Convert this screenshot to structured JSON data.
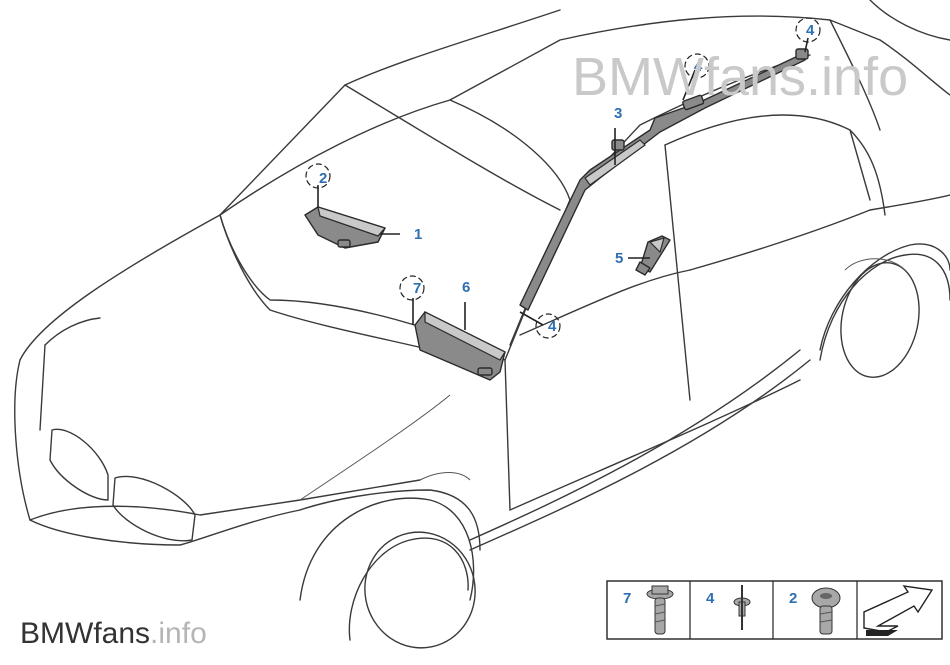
{
  "watermark": {
    "brand": "BMW",
    "suffix": "fans",
    "domain": ".info"
  },
  "callouts": [
    {
      "id": "c1",
      "num": "1"
    },
    {
      "id": "c2",
      "num": "2"
    },
    {
      "id": "c3",
      "num": "3"
    },
    {
      "id": "c4a",
      "num": "4"
    },
    {
      "id": "c4b",
      "num": "4"
    },
    {
      "id": "c4c",
      "num": "4"
    },
    {
      "id": "c5",
      "num": "5"
    },
    {
      "id": "c6",
      "num": "6"
    },
    {
      "id": "c7",
      "num": "7"
    }
  ],
  "legend": [
    {
      "num": "7",
      "part": "screw-with-washer"
    },
    {
      "num": "4",
      "part": "blind-rivet"
    },
    {
      "num": "2",
      "part": "torx-screw"
    },
    {
      "num": "",
      "part": "direction-arrow"
    }
  ],
  "colors": {
    "callout": "#2d6fb3",
    "part_fill": "#8a8a8a",
    "outline": "#3a3a3a",
    "watermark": "#c9c9c9"
  }
}
